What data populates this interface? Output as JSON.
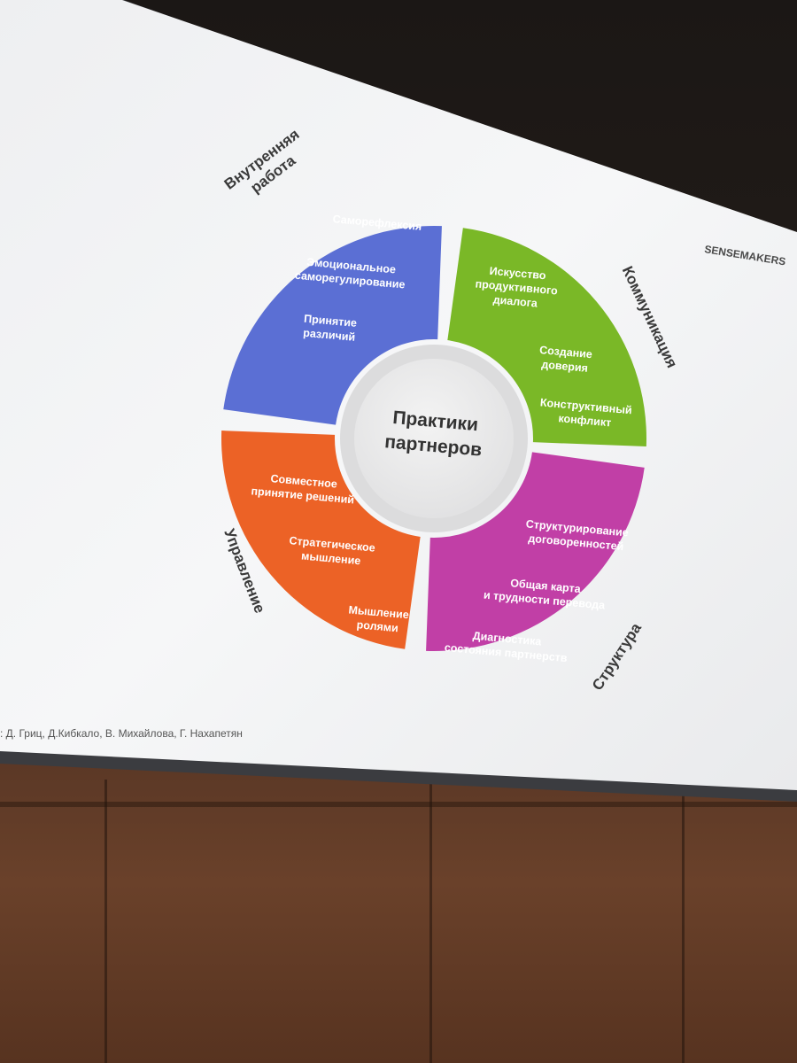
{
  "center": {
    "line1": "Практики",
    "line2": "партнеров"
  },
  "brand": "SENSEMAKERS",
  "credits": ": Д. Гриц, Д.Кибкало, В. Михайлова,  Г. Нахапетян",
  "segments": {
    "inner_work": {
      "color": "#5b6fd4",
      "label": {
        "line1": "Внутренняя",
        "line2": "работа"
      },
      "items": [
        {
          "lines": [
            "Саморефлексия"
          ]
        },
        {
          "lines": [
            "Эмоциональное",
            "саморегулирование"
          ]
        },
        {
          "lines": [
            "Принятие",
            "различий"
          ]
        }
      ]
    },
    "communication": {
      "color": "#7ab827",
      "label": {
        "line1": "Коммуникация"
      },
      "items": [
        {
          "lines": [
            "Искусство",
            "продуктивного",
            "диалога"
          ]
        },
        {
          "lines": [
            "Создание",
            "доверия"
          ]
        },
        {
          "lines": [
            "Конструктивный",
            "конфликт"
          ]
        }
      ]
    },
    "structure": {
      "color": "#c13fa6",
      "label": {
        "line1": "Структура"
      },
      "items": [
        {
          "lines": [
            "Структурирование",
            "договоренностей"
          ]
        },
        {
          "lines": [
            "Общая карта",
            "и трудности перевода"
          ]
        },
        {
          "lines": [
            "Диагностика",
            "состояния партнерств"
          ]
        }
      ]
    },
    "management": {
      "color": "#ec6226",
      "label": {
        "line1": "Управление"
      },
      "items": [
        {
          "lines": [
            "Совместное",
            "принятие решений"
          ]
        },
        {
          "lines": [
            "Стратегическое",
            "мышление"
          ]
        },
        {
          "lines": [
            "Мышление",
            "ролями"
          ]
        }
      ]
    }
  }
}
